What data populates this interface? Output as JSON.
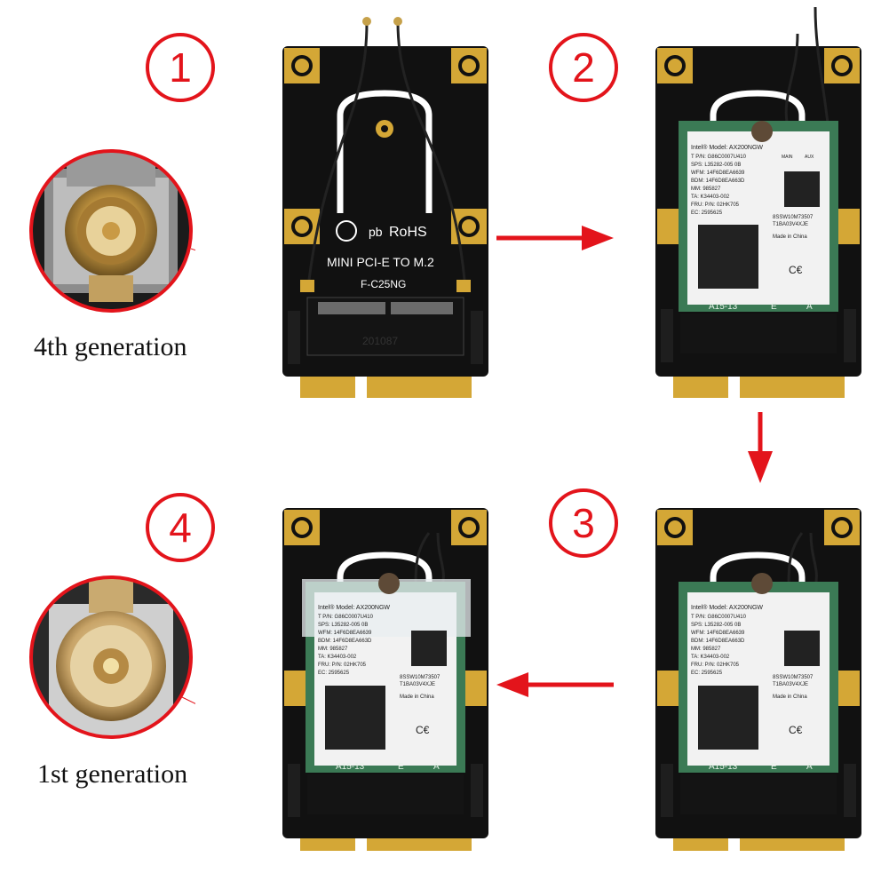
{
  "steps": [
    {
      "number": "1"
    },
    {
      "number": "2"
    },
    {
      "number": "3"
    },
    {
      "number": "4"
    }
  ],
  "captions": {
    "fourth_gen": "4th generation",
    "first_gen": "1st generation"
  },
  "adapter_board": {
    "brand": "pb",
    "rohs": "RoHS",
    "title": "MINI PCI-E TO M.2",
    "model": "F-C25NG",
    "silk_code": "201087"
  },
  "wifi_card": {
    "model_line": "Intel® Model: AX200NGW",
    "lines": [
      "T P/N: G86C0007U410",
      "SPS: L35282-005    0B",
      "WFM: 14F6D8EA6639",
      "BDM: 14F6D8EA663D",
      "MM: 985827",
      "TA: K34403-002",
      "FRU: P/N: 02HK705",
      "EC: 2595625"
    ],
    "right_id1": "8SSW10M73507",
    "right_id2": "T1BA03V4XJE",
    "made_in": "Made in China",
    "main_label": "MAIN",
    "aux_label": "AUX",
    "connector_code": "A15-13",
    "key_e": "E",
    "key_a": "A"
  },
  "colors": {
    "accent_red": "#e3141b",
    "board_black": "#111111",
    "card_green": "#3b7a55",
    "gold": "#d4a736"
  }
}
